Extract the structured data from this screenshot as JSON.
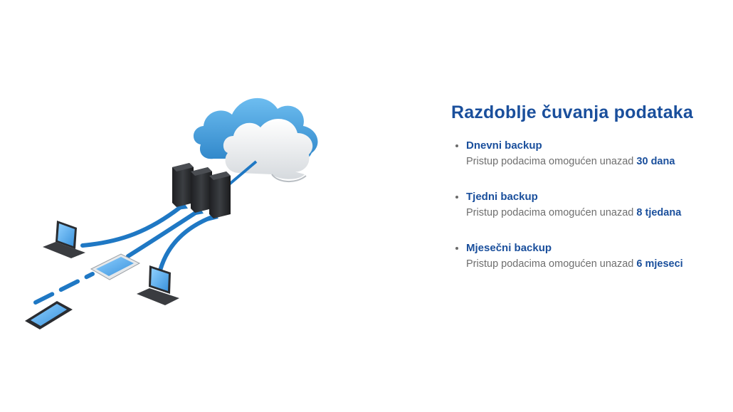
{
  "section": {
    "heading": "Razdoblje čuvanja podataka",
    "items": [
      {
        "title": "Dnevni backup",
        "desc": "Pristup podacima omogućen unazad",
        "highlight": "30 dana"
      },
      {
        "title": "Tjedni backup",
        "desc": "Pristup podacima omogućen unazad",
        "highlight": "8 tjedana"
      },
      {
        "title": "Mjesečni backup",
        "desc": "Pristup podacima omogućen unazad",
        "highlight": "6 mjeseci"
      }
    ]
  },
  "colors": {
    "accent": "#1a4f9c",
    "muted_text": "#6e6e6e",
    "cloud_blue": "#3f9bd8",
    "cloud_white": "#f1f3f5",
    "server": "#2b2d30",
    "arrow": "#1f78c4"
  },
  "illustration": {
    "icons": [
      "cloud-icon",
      "server-rack-icon",
      "laptop-icon",
      "tablet-icon",
      "phone-icon"
    ]
  }
}
